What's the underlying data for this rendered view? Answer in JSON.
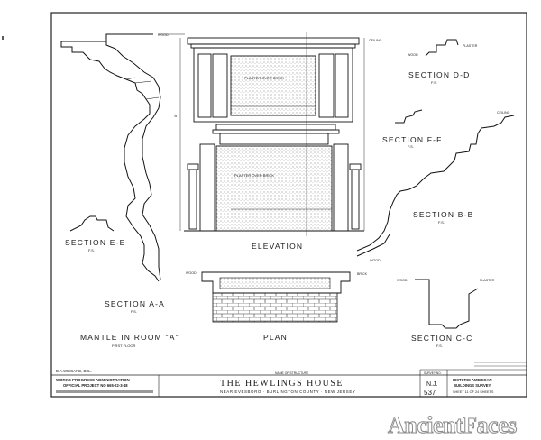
{
  "drawing": {
    "labels": {
      "section_dd": "SECTION D-D",
      "section_ff": "SECTION F-F",
      "section_bb": "SECTION B-B",
      "section_ee": "SECTION E-E",
      "section_aa": "SECTION A-A",
      "section_cc": "SECTION C-C",
      "elevation": "ELEVATION",
      "plan": "PLAN",
      "mantle": "MANTLE IN ROOM \"A\"",
      "first_floor": "FIRST FLOOR",
      "plaster_over_brick_top": "PLASTER OVER BRICK",
      "plaster_over_brick_bottom": "PLASTER OVER BRICK",
      "plaster": "PLASTER",
      "wood": "WOOD",
      "brick": "BRICK",
      "ceiling": "CEILING",
      "scale_fs": "F.S."
    }
  },
  "title_block": {
    "drawn_by": "D.A.WIEGAND, DEL.",
    "wpa_line1": "WORKS PROGRESS ADMINISTRATION",
    "wpa_line2": "OFFICIAL PROJECT NO 665-22-3-48",
    "name_of_structure_caption": "NAME OF STRUCTURE",
    "house_name": "THE HEWLINGS HOUSE",
    "location": "NEAR EVESBORO · BURLINGTON COUNTY · NEW JERSEY",
    "survey_no_caption": "SURVEY NO.",
    "state": "N.J.",
    "survey_no": "537",
    "survey_org_line1": "HISTORIC AMERICAN",
    "survey_org_line2": "BUILDINGS SURVEY",
    "sheet": "SHEET 11 OF 24 SHEETS"
  },
  "watermark": "AncientFaces"
}
